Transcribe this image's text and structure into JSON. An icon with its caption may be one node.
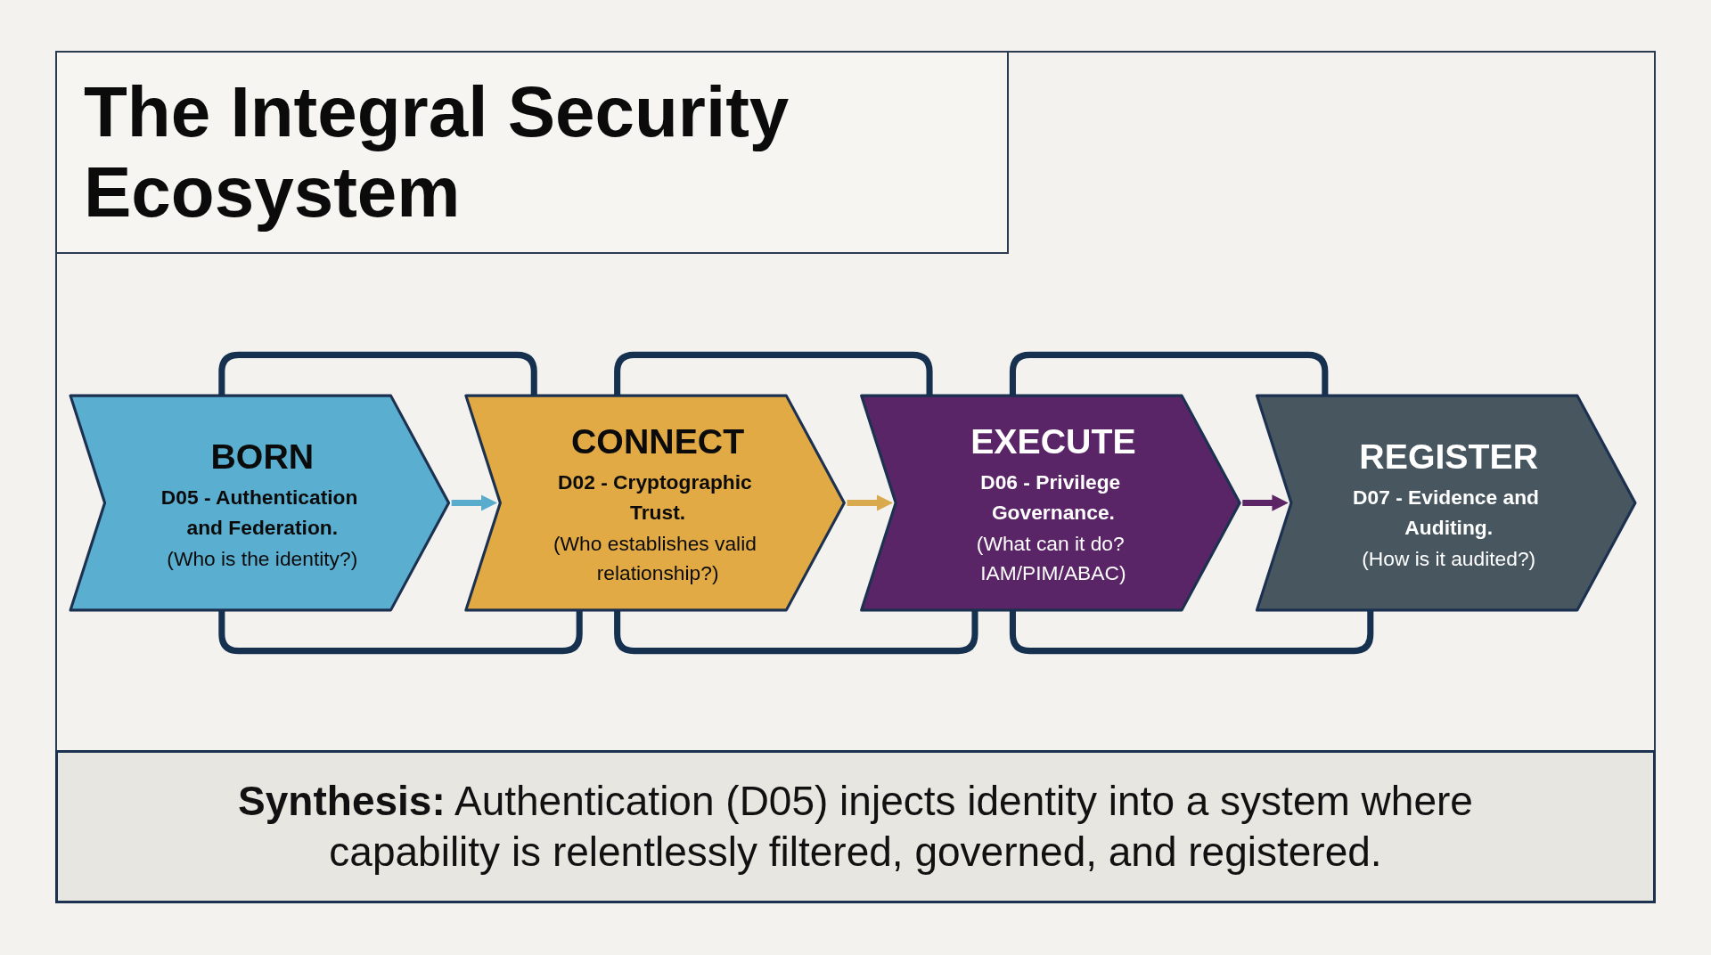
{
  "diagram": {
    "title": "The Integral Security Ecosystem",
    "caption": "**Synthesis:** Authentication (D05) injects identity into a system where capability is relentlessly filtered, governed, and registered.",
    "nodes": [
      {
        "text": [
          "BORN",
          "D05 - Authentication and Federation.",
          "(Who is the identity?)"
        ]
      },
      {
        "text": [
          "CONNECT",
          "D02 - Cryptographic Trust.",
          "(Who establishes valid relationship?)"
        ]
      },
      {
        "text": [
          "EXECUTE",
          "D06 - Privilege Governance.",
          "(What can it do? IAM/PIM/ABAC)"
        ]
      },
      {
        "text": [
          "REGISTER",
          "D07 - Evidence and Auditing.",
          "(How is it audited?)"
        ]
      }
    ],
    "edges": [
      {
        "from": 0,
        "to": 1,
        "arrow": "to",
        "color": "#5aaccc"
      },
      {
        "from": 1,
        "to": 2,
        "arrow": "to",
        "color": "#d9a94e"
      },
      {
        "from": 2,
        "to": 3,
        "arrow": "to",
        "color": "#5b2566"
      },
      {
        "from": 0,
        "to": 1,
        "arrow": "none"
      },
      {
        "from": 1,
        "to": 2,
        "arrow": "none"
      },
      {
        "from": 2,
        "to": 3,
        "arrow": "none"
      },
      {
        "from": 0,
        "to": 1,
        "arrow": "none"
      },
      {
        "from": 1,
        "to": 2,
        "arrow": "none"
      },
      {
        "from": 2,
        "to": 3,
        "arrow": "none"
      }
    ]
  }
}
